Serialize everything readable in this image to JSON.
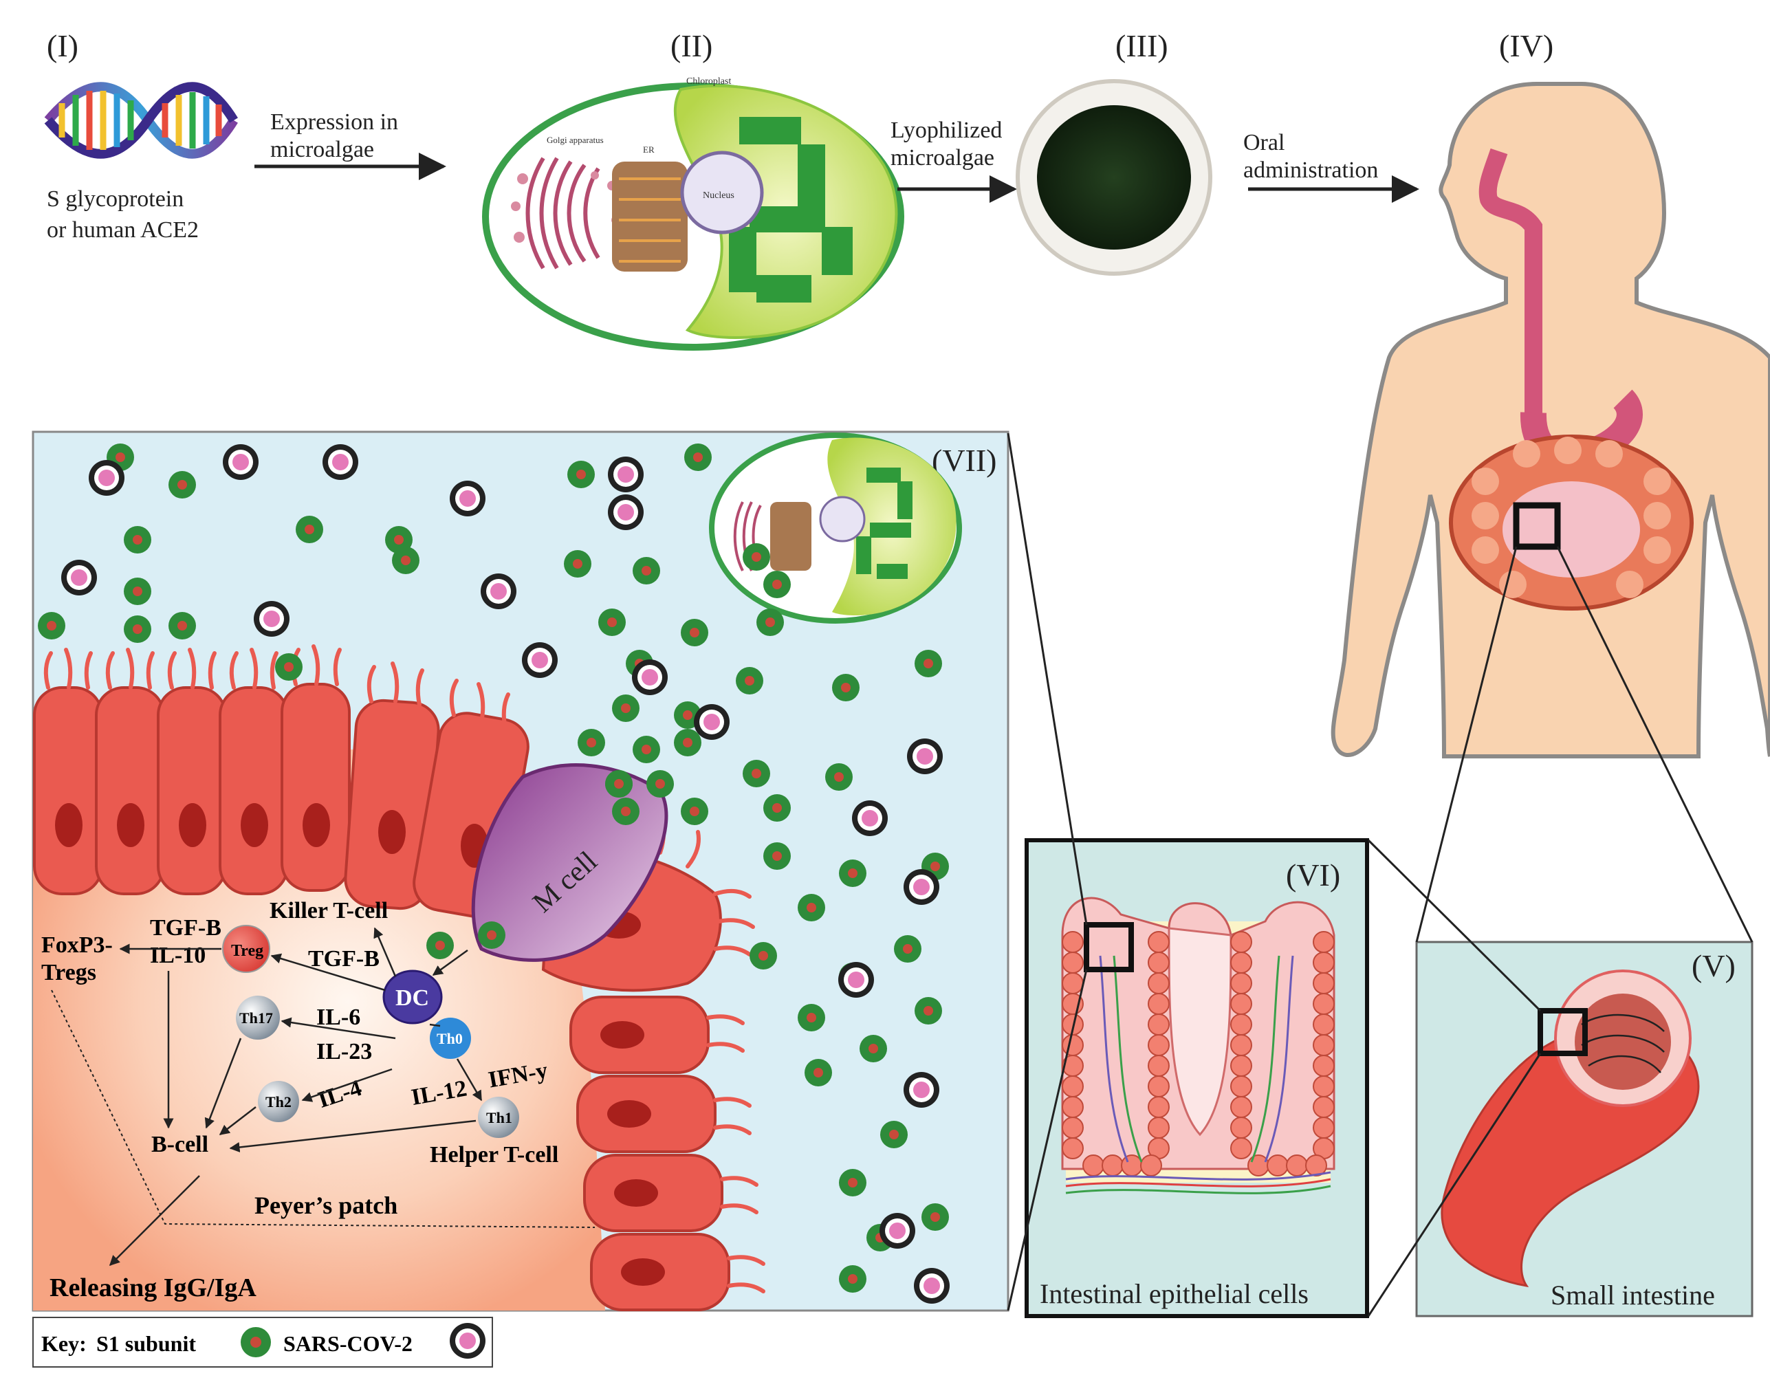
{
  "panels": {
    "p1": "(I)",
    "p2": "(II)",
    "p3": "(III)",
    "p4": "(IV)",
    "p5": "(V)",
    "p6": "(VI)",
    "p7": "(VII)"
  },
  "step1": {
    "line1": "S glycoprotein",
    "line2": "or human ACE2"
  },
  "arrow1": {
    "line1": "Expression in",
    "line2": "microalgae"
  },
  "arrow2": {
    "line1": "Lyophilized",
    "line2": "microalgae"
  },
  "arrow3": {
    "line1": "Oral",
    "line2": "administration"
  },
  "cell": {
    "golgi": "Golgi apparatus",
    "er": "ER",
    "nucleus": "Nucleus",
    "chloroplast": "Chloroplast"
  },
  "immune": {
    "m_cell": "M cell",
    "killer": "Killer T-cell",
    "foxp3_1": "FoxP3-",
    "foxp3_2": "Tregs",
    "tgfb1": "TGF-B",
    "il10": "IL-10",
    "treg": "Treg",
    "tgfb2": "TGF-B",
    "dc": "DC",
    "th17": "Th17",
    "il6": "IL-6",
    "il23": "IL-23",
    "th0": "Th0",
    "il12": "IL-12",
    "ifny": "IFN-y",
    "il4": "IL-4",
    "th2": "Th2",
    "th1": "Th1",
    "bcell": "B-cell",
    "helper": "Helper T-cell",
    "peyer": "Peyer’s patch",
    "release": "Releasing IgG/IgA"
  },
  "inset_vi": "Intestinal epithelial cells",
  "inset_v": "Small intestine",
  "key": {
    "title": "Key:",
    "s1": "S1 subunit",
    "sars": "SARS-COV-2"
  },
  "colors": {
    "sky": "#daeef5",
    "epithelium": "#e84c44",
    "s1_green": "#2e8b3a",
    "virus_pink": "#e57ab8"
  }
}
